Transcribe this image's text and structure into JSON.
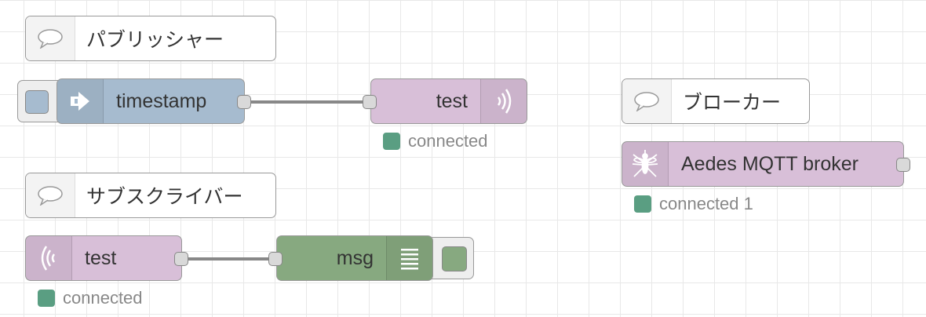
{
  "comments": {
    "publisher": "パブリッシャー",
    "subscriber": "サブスクライバー",
    "broker": "ブローカー"
  },
  "nodes": {
    "inject": {
      "label": "timestamp",
      "icon": "arrow-in-icon",
      "color": "#a6bbcf"
    },
    "mqtt_out": {
      "label": "test",
      "icon": "wifi-icon",
      "color": "#d8bfd8"
    },
    "broker": {
      "label": "Aedes MQTT broker",
      "icon": "mosquito-icon",
      "color": "#d8bfd8"
    },
    "mqtt_in": {
      "label": "test",
      "icon": "wifi-icon",
      "color": "#d8bfd8"
    },
    "debug": {
      "label": "msg",
      "icon": "list-icon",
      "color": "#87a980"
    }
  },
  "statuses": {
    "mqtt_out": "connected",
    "broker": "connected 1",
    "mqtt_in": "connected",
    "dot_color": "#5a9e82"
  }
}
